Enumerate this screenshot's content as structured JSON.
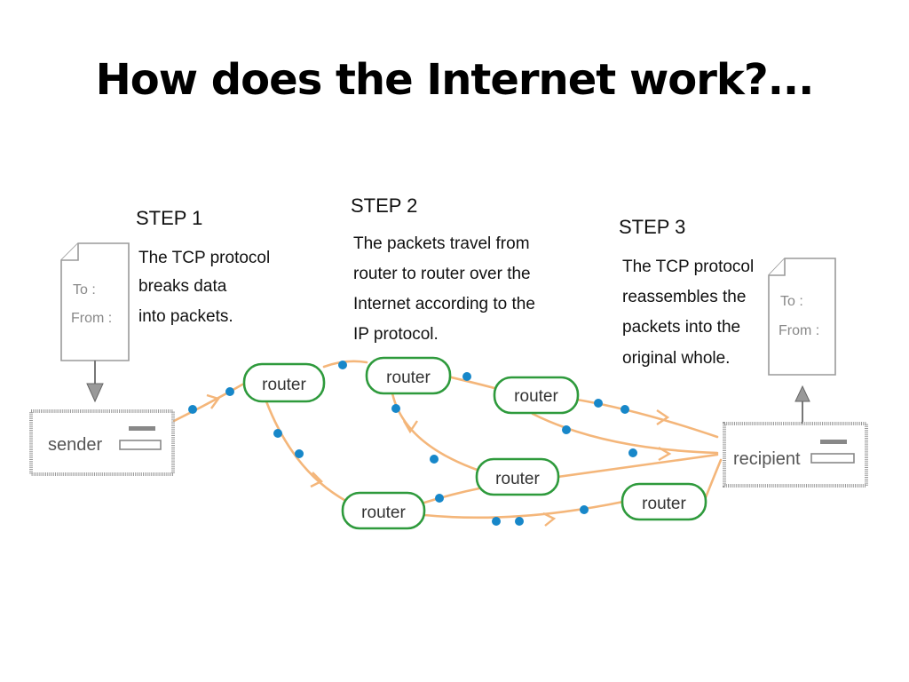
{
  "title": "How does the Internet work?...",
  "steps": [
    {
      "label": "STEP 1",
      "lines": [
        "The TCP protocol",
        "breaks data",
        "into packets."
      ]
    },
    {
      "label": "STEP 2",
      "lines": [
        "The packets travel from",
        "router to router over the",
        "Internet according to the",
        "IP protocol."
      ]
    },
    {
      "label": "STEP 3",
      "lines": [
        "The TCP protocol",
        "reassembles the",
        "packets into the",
        "original whole."
      ]
    }
  ],
  "sender": {
    "label": "sender"
  },
  "recipient": {
    "label": "recipient"
  },
  "documents": [
    {
      "to": "To :",
      "from": "From :"
    },
    {
      "to": "To :",
      "from": "From :"
    }
  ],
  "routers": [
    "router",
    "router",
    "router",
    "router",
    "router",
    "router"
  ],
  "colors": {
    "route": "#f4b67a",
    "router_border": "#2e9a3c",
    "packet": "#1787c9",
    "box_border": "#9a9a9a"
  }
}
